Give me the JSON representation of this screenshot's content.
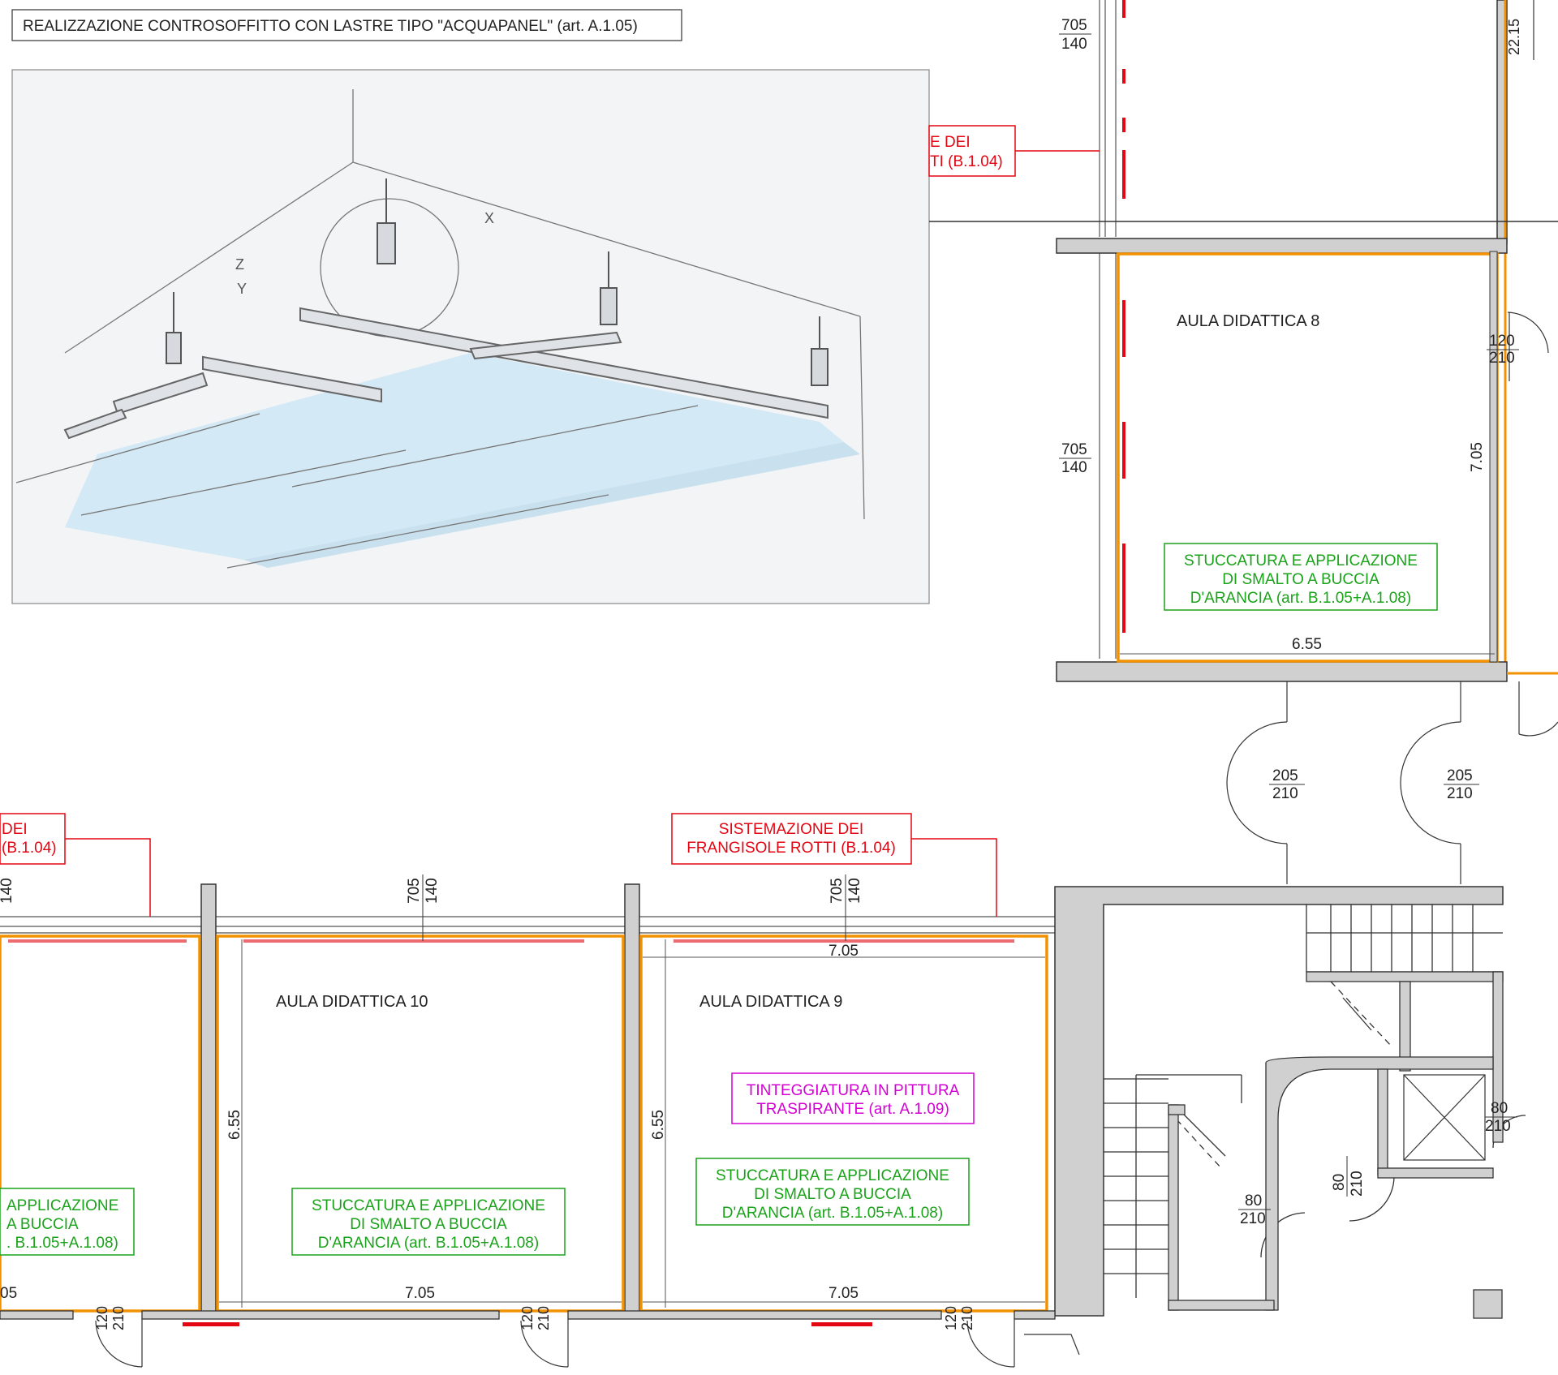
{
  "header": {
    "title": "REALIZZAZIONE CONTROSOFFITTO CON LASTRE TIPO \"ACQUAPANEL\" (art. A.1.05)"
  },
  "illustration": {
    "axis_labels": [
      "Z",
      "Y",
      "X"
    ]
  },
  "rooms": {
    "aula8": "AULA DIDATTICA 8",
    "aula9": "AULA DIDATTICA 9",
    "aula10": "AULA DIDATTICA 10"
  },
  "callouts": {
    "frangisole_partial_top": [
      "E DEI",
      "TI (B.1.04)"
    ],
    "frangisole_partial_left": [
      "DEI",
      "(B.1.04)"
    ],
    "frangisole_full": [
      "SISTEMAZIONE DEI",
      "FRANGISOLE ROTTI (B.1.04)"
    ],
    "stuccatura_full": [
      "STUCCATURA E APPLICAZIONE",
      "DI SMALTO A BUCCIA",
      "D'ARANCIA (art. B.1.05+A.1.08)"
    ],
    "stuccatura_partial": [
      "APPLICAZIONE",
      "A BUCCIA",
      ". B.1.05+A.1.08)"
    ],
    "tinteggiatura": [
      "TINTEGGIATURA IN PITTURA",
      "TRASPIRANTE (art. A.1.09)"
    ]
  },
  "dimensions": {
    "d_705": "705",
    "d_140": "140",
    "d_120": "120",
    "d_210": "210",
    "d_205": "205",
    "d_80": "80",
    "d_655": "6.55",
    "d_705m": "7.05",
    "d_2215": "22.15",
    "d_05": "05"
  },
  "colors": {
    "wall": "#d0d0d0",
    "line": "#333333",
    "orange": "#f39200",
    "red": "#e30613",
    "green": "#1aa31a",
    "magenta": "#d400d4"
  }
}
